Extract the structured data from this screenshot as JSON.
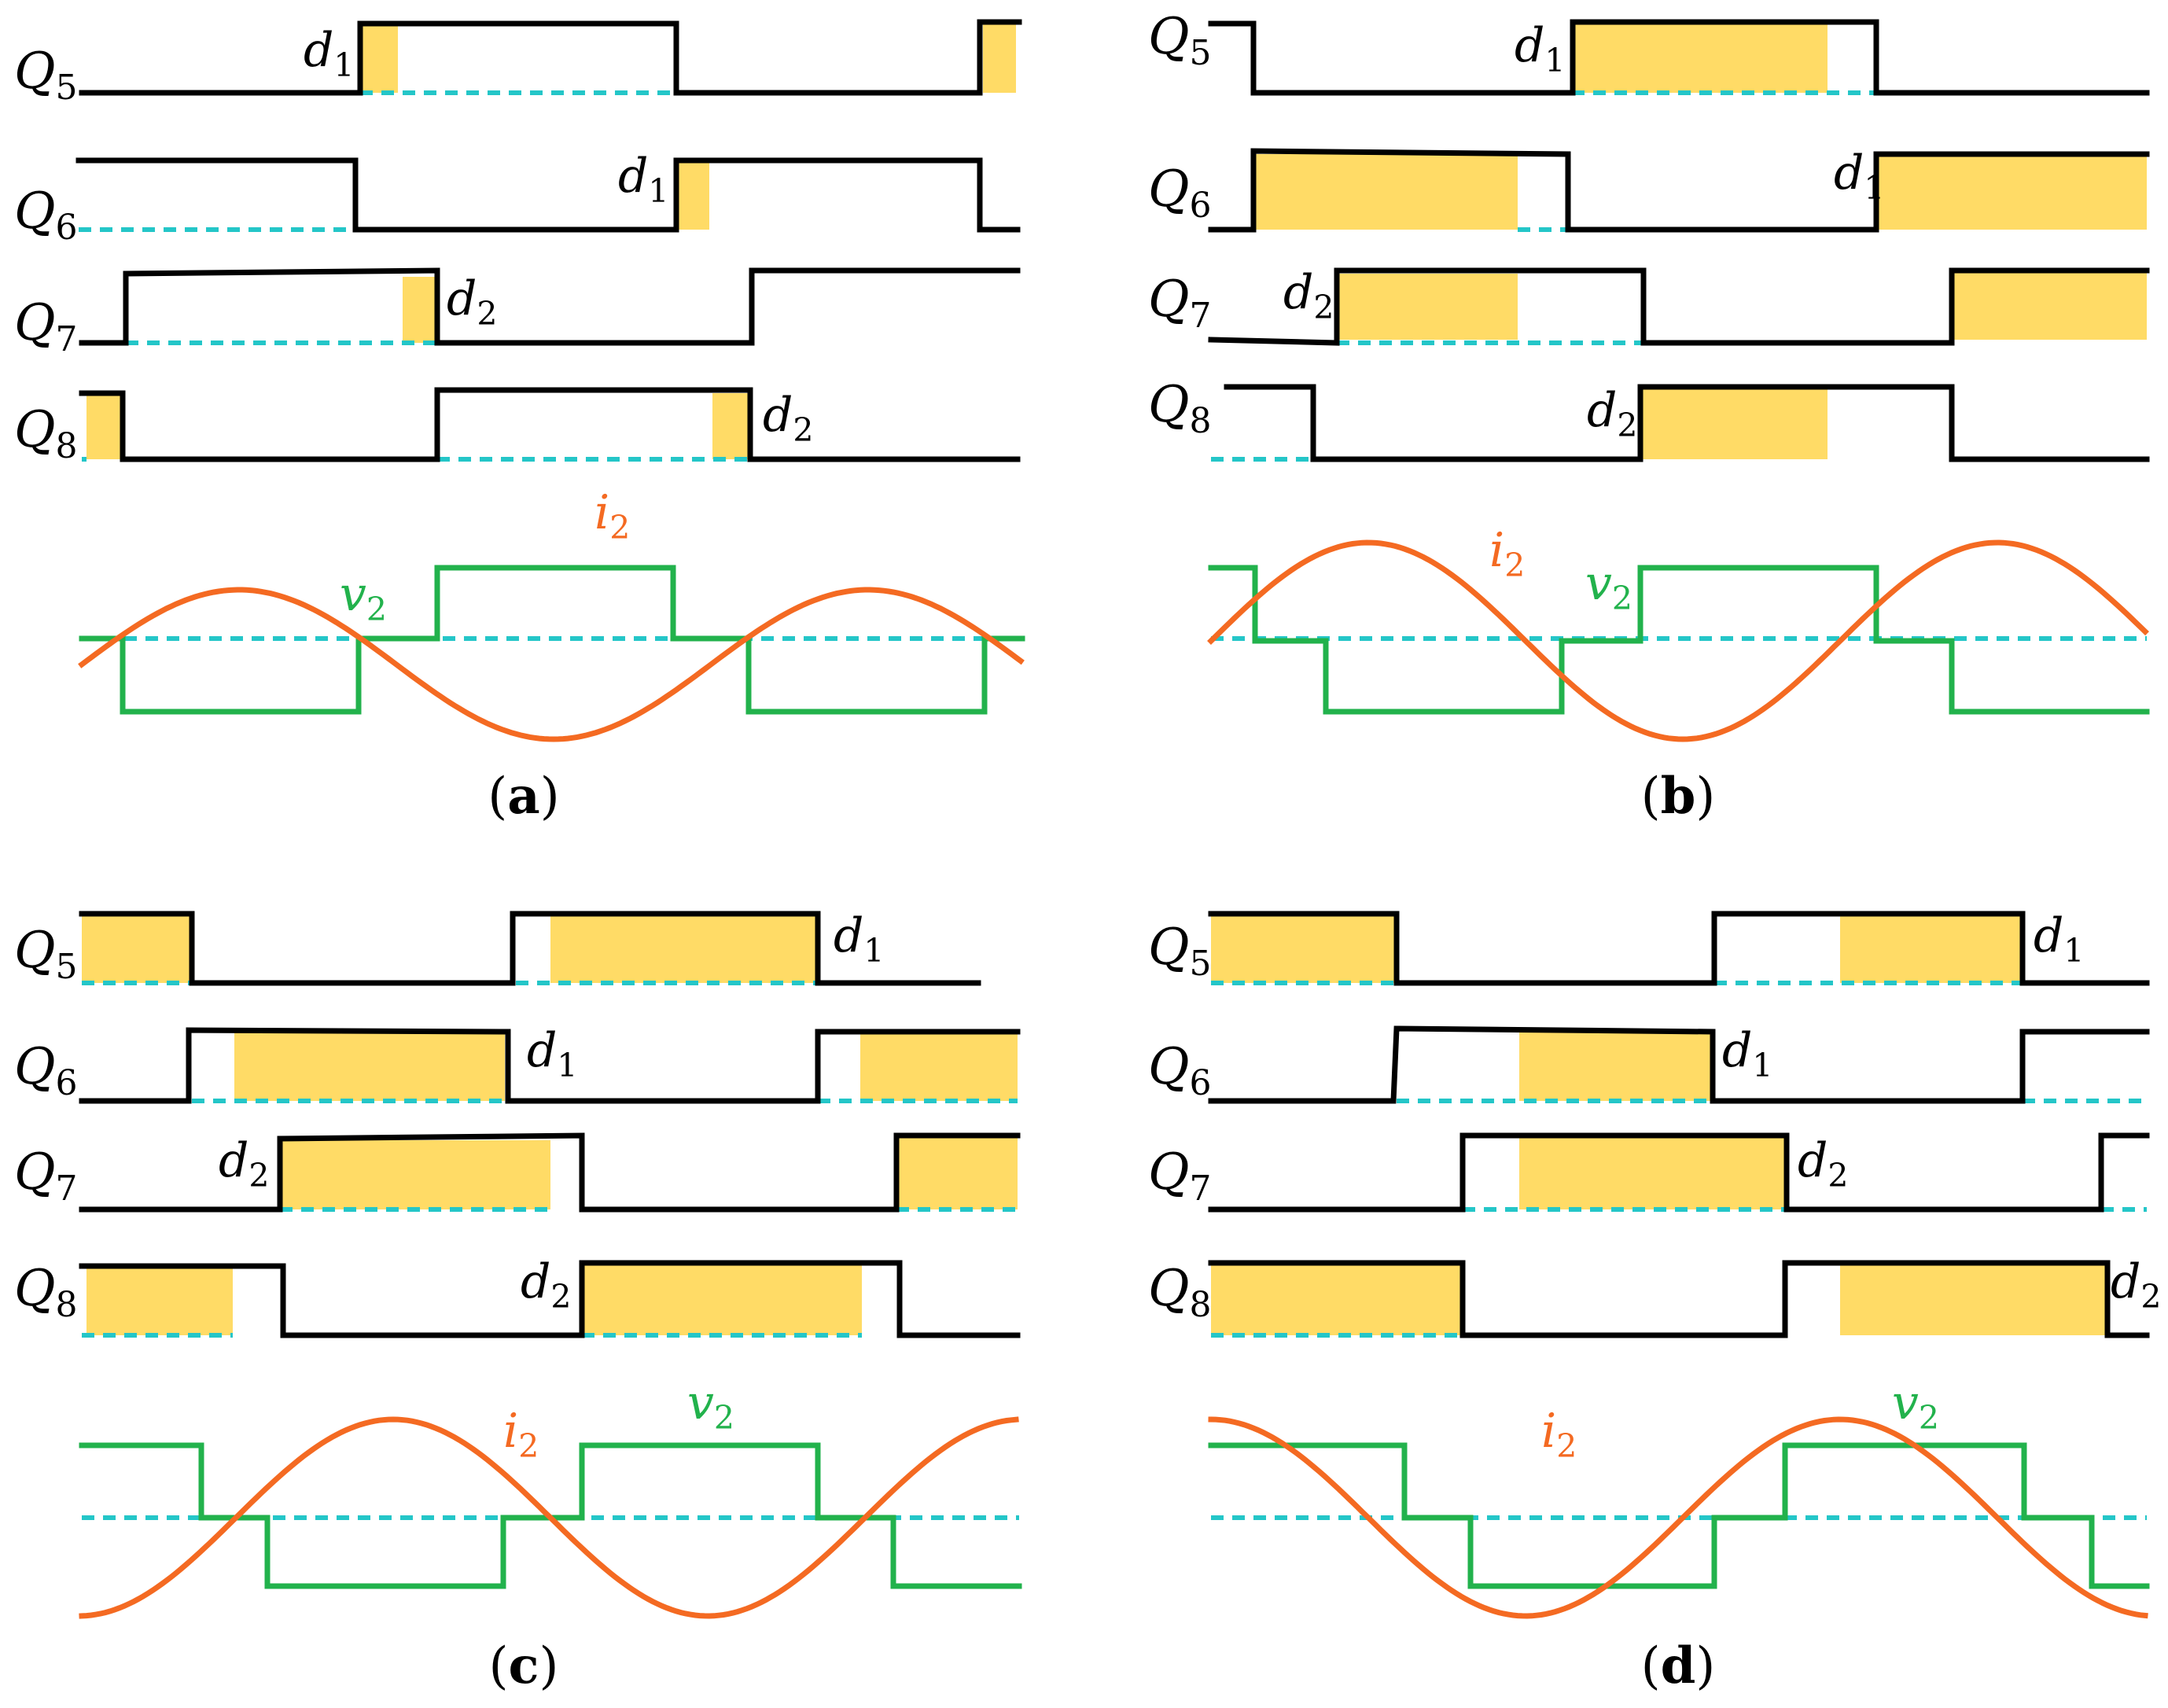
{
  "colors": {
    "gate_signal": "#000000",
    "zero_reference": "#24C6C8",
    "overlap_shading": "#FFDB66",
    "current_i2": "#F46A22",
    "voltage_v2": "#22B24C",
    "label_text": "#000000"
  },
  "signal_labels": {
    "q5": {
      "letter": "Q",
      "sub": "5"
    },
    "q6": {
      "letter": "Q",
      "sub": "6"
    },
    "q7": {
      "letter": "Q",
      "sub": "7"
    },
    "q8": {
      "letter": "Q",
      "sub": "8"
    }
  },
  "delay_labels": {
    "d1": {
      "letter": "d",
      "sub": "1"
    },
    "d2": {
      "letter": "d",
      "sub": "2"
    }
  },
  "waveform_labels": {
    "i2": {
      "letter": "i",
      "sub": "2"
    },
    "v2": {
      "letter": "v",
      "sub": "2"
    }
  },
  "panels": [
    {
      "caption": {
        "open": "(",
        "letter": "a",
        "close": ")"
      }
    },
    {
      "caption": {
        "open": "(",
        "letter": "b",
        "close": ")"
      }
    },
    {
      "caption": {
        "open": "(",
        "letter": "c",
        "close": ")"
      }
    },
    {
      "caption": {
        "open": "(",
        "letter": "d",
        "close": ")"
      }
    }
  ]
}
